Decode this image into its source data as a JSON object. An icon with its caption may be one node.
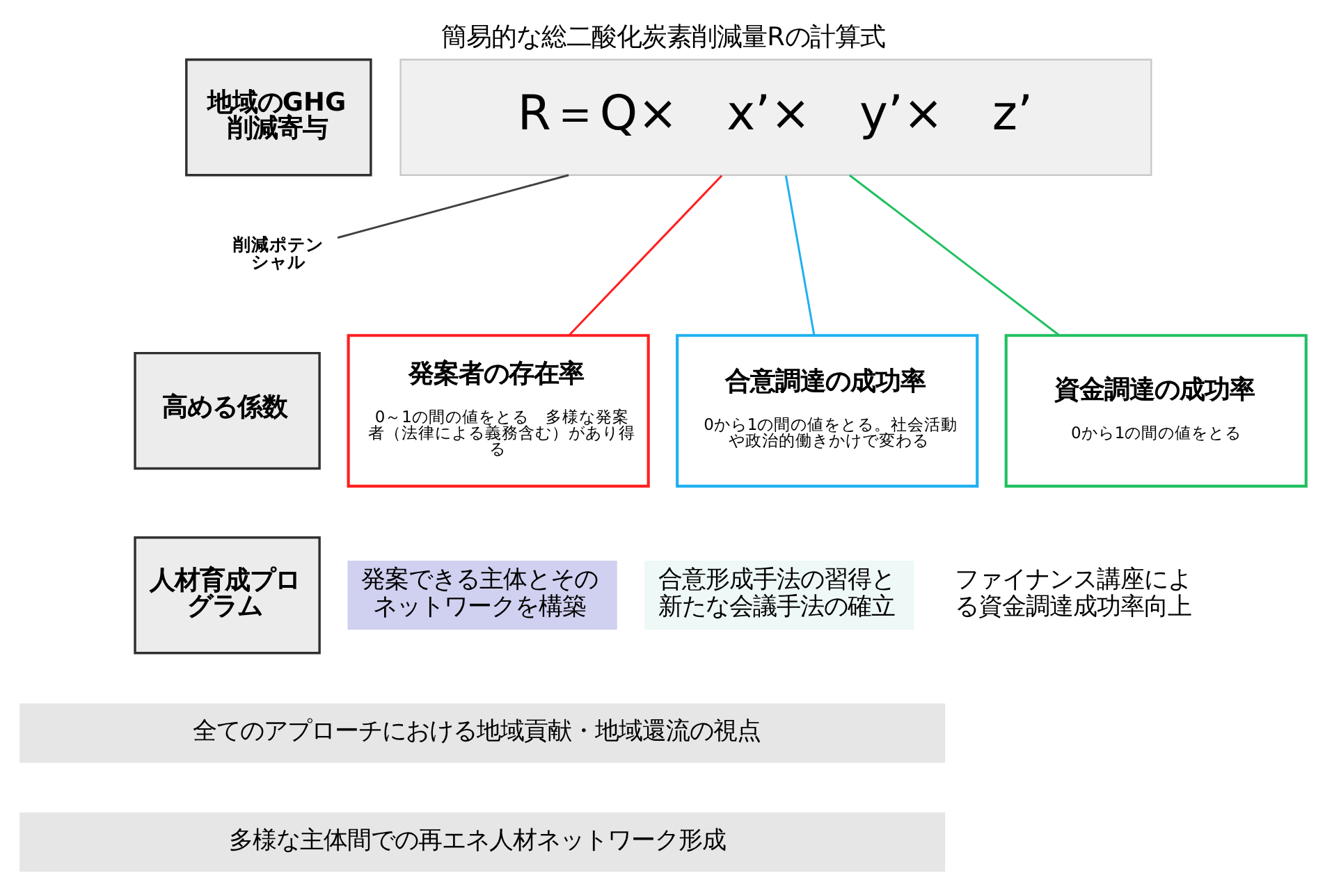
{
  "diagram": {
    "title": "簡易的な総二酸化炭素削減量Rの計算式",
    "nodes": [
      {
        "text": [
          "地域のGHG削減寄与"
        ]
      },
      {
        "text": [
          "R＝Q×　x’×　y’×　z’"
        ]
      },
      {
        "text": [
          "削減ポテンシャル"
        ]
      },
      {
        "text": [
          "高める係数"
        ]
      },
      {
        "text": [
          "発案者の存在率",
          "0～1の間の値をとる　多様な発案者（法律による義務含む）があり得る"
        ]
      },
      {
        "text": [
          "合意調達の成功率",
          "0から1の間の値をとる。社会活動や政治的働きかけで変わる"
        ]
      },
      {
        "text": [
          "資金調達の成功率",
          "0から1の間の値をとる"
        ]
      },
      {
        "text": [
          "人材育成プログラム"
        ]
      },
      {
        "text": [
          "発案できる主体とそのネットワークを構築"
        ]
      },
      {
        "text": [
          "合意形成手法の習得と新たな会議手法の確立"
        ]
      },
      {
        "text": [
          "ファイナンス講座による資金調達成功率向上"
        ]
      },
      {
        "text": [
          "全てのアプローチにおける地域貢献・地域還流の視点"
        ]
      },
      {
        "text": [
          "多様な主体間での再エネ人材ネットワーク形成"
        ]
      }
    ],
    "edges": [
      {
        "from": 2,
        "to": 1,
        "arrow": "none",
        "color": "#404040"
      },
      {
        "from": 4,
        "to": 1,
        "arrow": "none",
        "color": "#ff2020"
      },
      {
        "from": 5,
        "to": 1,
        "arrow": "none",
        "color": "#20b0f0"
      },
      {
        "from": 6,
        "to": 1,
        "arrow": "none",
        "color": "#20c060"
      }
    ]
  }
}
